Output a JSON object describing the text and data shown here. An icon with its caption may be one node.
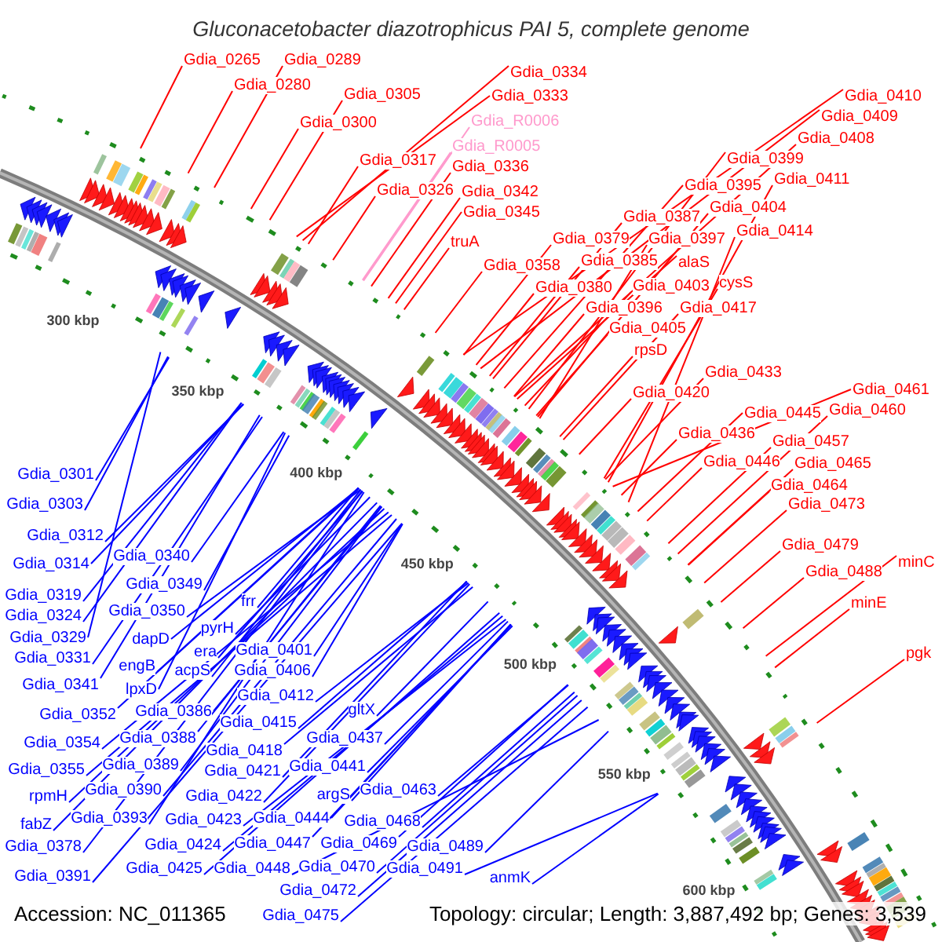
{
  "diagram": {
    "title": "Gluconacetobacter diazotrophicus PAI 5, complete genome",
    "nodes": [
      {
        "text": [
          "Gdia_0265"
        ]
      },
      {
        "text": [
          "Gdia_0289"
        ]
      },
      {
        "text": [
          "Gdia_0334"
        ]
      },
      {
        "text": [
          "Gdia_0280"
        ]
      },
      {
        "text": [
          "Gdia_0305"
        ]
      },
      {
        "text": [
          "Gdia_0333"
        ]
      },
      {
        "text": [
          "Gdia_0410"
        ]
      },
      {
        "text": [
          "Gdia_0409"
        ]
      },
      {
        "text": [
          "Gdia_R0006"
        ]
      },
      {
        "text": [
          "Gdia_0300"
        ]
      },
      {
        "text": [
          "Gdia_0408"
        ]
      },
      {
        "text": [
          "Gdia_R0005"
        ]
      },
      {
        "text": [
          "Gdia_0399"
        ]
      },
      {
        "text": [
          "Gdia_0317"
        ]
      },
      {
        "text": [
          "Gdia_0336"
        ]
      },
      {
        "text": [
          "Gdia_0411"
        ]
      },
      {
        "text": [
          "Gdia_0395"
        ]
      },
      {
        "text": [
          "Gdia_0326"
        ]
      },
      {
        "text": [
          "Gdia_0342"
        ]
      },
      {
        "text": [
          "Gdia_0404"
        ]
      },
      {
        "text": [
          "Gdia_0345"
        ]
      },
      {
        "text": [
          "Gdia_0387"
        ]
      },
      {
        "text": [
          "Gdia_0414"
        ]
      },
      {
        "text": [
          "Gdia_0379"
        ]
      },
      {
        "text": [
          "Gdia_0397"
        ]
      },
      {
        "text": [
          "truA"
        ]
      },
      {
        "text": [
          "Gdia_0385"
        ]
      },
      {
        "text": [
          "alaS"
        ]
      },
      {
        "text": [
          "Gdia_0358"
        ]
      },
      {
        "text": [
          "cysS"
        ]
      },
      {
        "text": [
          "Gdia_0403"
        ]
      },
      {
        "text": [
          "Gdia_0380"
        ]
      },
      {
        "text": [
          "Gdia_0396"
        ]
      },
      {
        "text": [
          "Gdia_0417"
        ]
      },
      {
        "text": [
          "Gdia_0405"
        ]
      },
      {
        "text": [
          "rpsD"
        ]
      },
      {
        "text": [
          "Gdia_0433"
        ]
      },
      {
        "text": [
          "Gdia_0461"
        ]
      },
      {
        "text": [
          "Gdia_0420"
        ]
      },
      {
        "text": [
          "Gdia_0460"
        ]
      },
      {
        "text": [
          "Gdia_0445"
        ]
      },
      {
        "text": [
          "Gdia_0436"
        ]
      },
      {
        "text": [
          "Gdia_0457"
        ]
      },
      {
        "text": [
          "Gdia_0446"
        ]
      },
      {
        "text": [
          "Gdia_0465"
        ]
      },
      {
        "text": [
          "Gdia_0464"
        ]
      },
      {
        "text": [
          "Gdia_0473"
        ]
      },
      {
        "text": [
          "Gdia_0479"
        ]
      },
      {
        "text": [
          "minC"
        ]
      },
      {
        "text": [
          "Gdia_0488"
        ]
      },
      {
        "text": [
          "minE"
        ]
      },
      {
        "text": [
          "pgk"
        ]
      },
      {
        "text": [
          "Gdia_0301"
        ]
      },
      {
        "text": [
          "Gdia_0303"
        ]
      },
      {
        "text": [
          "Gdia_0312"
        ]
      },
      {
        "text": [
          "Gdia_0340"
        ]
      },
      {
        "text": [
          "Gdia_0314"
        ]
      },
      {
        "text": [
          "Gdia_0349"
        ]
      },
      {
        "text": [
          "Gdia_0319"
        ]
      },
      {
        "text": [
          "frr"
        ]
      },
      {
        "text": [
          "Gdia_0350"
        ]
      },
      {
        "text": [
          "Gdia_0324"
        ]
      },
      {
        "text": [
          "pyrH"
        ]
      },
      {
        "text": [
          "Gdia_0329"
        ]
      },
      {
        "text": [
          "dapD"
        ]
      },
      {
        "text": [
          "Gdia_0401"
        ]
      },
      {
        "text": [
          "era"
        ]
      },
      {
        "text": [
          "Gdia_0331"
        ]
      },
      {
        "text": [
          "engB"
        ]
      },
      {
        "text": [
          "acpS"
        ]
      },
      {
        "text": [
          "Gdia_0406"
        ]
      },
      {
        "text": [
          "Gdia_0341"
        ]
      },
      {
        "text": [
          "lpxD"
        ]
      },
      {
        "text": [
          "Gdia_0412"
        ]
      },
      {
        "text": [
          "gltX"
        ]
      },
      {
        "text": [
          "Gdia_0386"
        ]
      },
      {
        "text": [
          "Gdia_0352"
        ]
      },
      {
        "text": [
          "Gdia_0415"
        ]
      },
      {
        "text": [
          "Gdia_0388"
        ]
      },
      {
        "text": [
          "Gdia_0437"
        ]
      },
      {
        "text": [
          "Gdia_0354"
        ]
      },
      {
        "text": [
          "Gdia_0418"
        ]
      },
      {
        "text": [
          "Gdia_0389"
        ]
      },
      {
        "text": [
          "Gdia_0441"
        ]
      },
      {
        "text": [
          "Gdia_0355"
        ]
      },
      {
        "text": [
          "Gdia_0421"
        ]
      },
      {
        "text": [
          "Gdia_0390"
        ]
      },
      {
        "text": [
          "Gdia_0463"
        ]
      },
      {
        "text": [
          "argS"
        ]
      },
      {
        "text": [
          "rpmH"
        ]
      },
      {
        "text": [
          "Gdia_0422"
        ]
      },
      {
        "text": [
          "Gdia_0393"
        ]
      },
      {
        "text": [
          "Gdia_0444"
        ]
      },
      {
        "text": [
          "Gdia_0423"
        ]
      },
      {
        "text": [
          "Gdia_0468"
        ]
      },
      {
        "text": [
          "fabZ"
        ]
      },
      {
        "text": [
          "Gdia_0447"
        ]
      },
      {
        "text": [
          "Gdia_0469"
        ]
      },
      {
        "text": [
          "Gdia_0424"
        ]
      },
      {
        "text": [
          "Gdia_0378"
        ]
      },
      {
        "text": [
          "Gdia_0489"
        ]
      },
      {
        "text": [
          "Gdia_0470"
        ]
      },
      {
        "text": [
          "Gdia_0425"
        ]
      },
      {
        "text": [
          "Gdia_0448"
        ]
      },
      {
        "text": [
          "Gdia_0491"
        ]
      },
      {
        "text": [
          "Gdia_0391"
        ]
      },
      {
        "text": [
          "anmK"
        ]
      },
      {
        "text": [
          "Gdia_0472"
        ]
      },
      {
        "text": [
          "Gdia_0475"
        ]
      }
    ],
    "edges": [
      {
        "from": 0,
        "to": null,
        "arrow": "none",
        "color": "#ff0000"
      },
      {
        "from": 1,
        "to": null,
        "arrow": "none",
        "color": "#ff0000"
      },
      {
        "from": 2,
        "to": null,
        "arrow": "none",
        "color": "#ff0000"
      },
      {
        "from": 3,
        "to": null,
        "arrow": "none",
        "color": "#ff0000"
      },
      {
        "from": 4,
        "to": null,
        "arrow": "none",
        "color": "#ff0000"
      },
      {
        "from": 5,
        "to": null,
        "arrow": "none",
        "color": "#ff0000"
      },
      {
        "from": 6,
        "to": null,
        "arrow": "none",
        "color": "#ff0000"
      },
      {
        "from": 7,
        "to": null,
        "arrow": "none",
        "color": "#ff0000"
      },
      {
        "from": 8,
        "to": null,
        "arrow": "none",
        "color": "#ff99cc"
      },
      {
        "from": 9,
        "to": null,
        "arrow": "none",
        "color": "#ff0000"
      },
      {
        "from": 10,
        "to": null,
        "arrow": "none",
        "color": "#ff0000"
      },
      {
        "from": 11,
        "to": null,
        "arrow": "none",
        "color": "#ff99cc"
      },
      {
        "from": 12,
        "to": null,
        "arrow": "none",
        "color": "#ff0000"
      },
      {
        "from": 13,
        "to": null,
        "arrow": "none",
        "color": "#ff0000"
      },
      {
        "from": 14,
        "to": null,
        "arrow": "none",
        "color": "#ff0000"
      },
      {
        "from": 15,
        "to": null,
        "arrow": "none",
        "color": "#ff0000"
      },
      {
        "from": 16,
        "to": null,
        "arrow": "none",
        "color": "#ff0000"
      },
      {
        "from": 17,
        "to": null,
        "arrow": "none",
        "color": "#ff0000"
      },
      {
        "from": 18,
        "to": null,
        "arrow": "none",
        "color": "#ff0000"
      },
      {
        "from": 19,
        "to": null,
        "arrow": "none",
        "color": "#ff0000"
      },
      {
        "from": 20,
        "to": null,
        "arrow": "none",
        "color": "#ff0000"
      },
      {
        "from": 21,
        "to": null,
        "arrow": "none",
        "color": "#ff0000"
      },
      {
        "from": 22,
        "to": null,
        "arrow": "none",
        "color": "#ff0000"
      },
      {
        "from": 23,
        "to": null,
        "arrow": "none",
        "color": "#ff0000"
      },
      {
        "from": 24,
        "to": null,
        "arrow": "none",
        "color": "#ff0000"
      },
      {
        "from": 25,
        "to": null,
        "arrow": "none",
        "color": "#ff0000"
      },
      {
        "from": 26,
        "to": null,
        "arrow": "none",
        "color": "#ff0000"
      },
      {
        "from": 27,
        "to": null,
        "arrow": "none",
        "color": "#ff0000"
      },
      {
        "from": 28,
        "to": null,
        "arrow": "none",
        "color": "#ff0000"
      },
      {
        "from": 29,
        "to": null,
        "arrow": "none",
        "color": "#ff0000"
      },
      {
        "from": 30,
        "to": null,
        "arrow": "none",
        "color": "#ff0000"
      },
      {
        "from": 31,
        "to": null,
        "arrow": "none",
        "color": "#ff0000"
      },
      {
        "from": 32,
        "to": null,
        "arrow": "none",
        "color": "#ff0000"
      },
      {
        "from": 33,
        "to": null,
        "arrow": "none",
        "color": "#ff0000"
      },
      {
        "from": 34,
        "to": null,
        "arrow": "none",
        "color": "#ff0000"
      },
      {
        "from": 35,
        "to": null,
        "arrow": "none",
        "color": "#ff0000"
      },
      {
        "from": 36,
        "to": null,
        "arrow": "none",
        "color": "#ff0000"
      },
      {
        "from": 37,
        "to": null,
        "arrow": "none",
        "color": "#ff0000"
      },
      {
        "from": 38,
        "to": null,
        "arrow": "none",
        "color": "#ff0000"
      },
      {
        "from": 39,
        "to": null,
        "arrow": "none",
        "color": "#ff0000"
      },
      {
        "from": 40,
        "to": null,
        "arrow": "none",
        "color": "#ff0000"
      },
      {
        "from": 41,
        "to": null,
        "arrow": "none",
        "color": "#ff0000"
      },
      {
        "from": 42,
        "to": null,
        "arrow": "none",
        "color": "#ff0000"
      },
      {
        "from": 43,
        "to": null,
        "arrow": "none",
        "color": "#ff0000"
      },
      {
        "from": 44,
        "to": null,
        "arrow": "none",
        "color": "#ff0000"
      },
      {
        "from": 45,
        "to": null,
        "arrow": "none",
        "color": "#ff0000"
      },
      {
        "from": 46,
        "to": null,
        "arrow": "none",
        "color": "#ff0000"
      },
      {
        "from": 47,
        "to": null,
        "arrow": "none",
        "color": "#ff0000"
      },
      {
        "from": 48,
        "to": null,
        "arrow": "none",
        "color": "#ff0000"
      },
      {
        "from": 49,
        "to": null,
        "arrow": "none",
        "color": "#ff0000"
      },
      {
        "from": 50,
        "to": null,
        "arrow": "none",
        "color": "#ff0000"
      },
      {
        "from": 51,
        "to": null,
        "arrow": "none",
        "color": "#ff0000"
      },
      {
        "from": 52,
        "to": null,
        "arrow": "none"
      },
      {
        "from": 53,
        "to": null,
        "arrow": "none"
      },
      {
        "from": 54,
        "to": null,
        "arrow": "none"
      },
      {
        "from": 55,
        "to": null,
        "arrow": "none"
      },
      {
        "from": 56,
        "to": null,
        "arrow": "none"
      },
      {
        "from": 57,
        "to": null,
        "arrow": "none"
      },
      {
        "from": 58,
        "to": null,
        "arrow": "none"
      },
      {
        "from": 59,
        "to": null,
        "arrow": "none"
      },
      {
        "from": 60,
        "to": null,
        "arrow": "none"
      },
      {
        "from": 61,
        "to": null,
        "arrow": "none"
      },
      {
        "from": 62,
        "to": null,
        "arrow": "none"
      },
      {
        "from": 63,
        "to": null,
        "arrow": "none"
      },
      {
        "from": 64,
        "to": null,
        "arrow": "none"
      },
      {
        "from": 65,
        "to": null,
        "arrow": "none"
      },
      {
        "from": 66,
        "to": null,
        "arrow": "none"
      },
      {
        "from": 67,
        "to": null,
        "arrow": "none"
      },
      {
        "from": 68,
        "to": null,
        "arrow": "none"
      },
      {
        "from": 69,
        "to": null,
        "arrow": "none"
      },
      {
        "from": 70,
        "to": null,
        "arrow": "none"
      },
      {
        "from": 71,
        "to": null,
        "arrow": "none"
      },
      {
        "from": 72,
        "to": null,
        "arrow": "none"
      },
      {
        "from": 73,
        "to": null,
        "arrow": "none"
      },
      {
        "from": 74,
        "to": null,
        "arrow": "none"
      },
      {
        "from": 75,
        "to": null,
        "arrow": "none"
      },
      {
        "from": 76,
        "to": null,
        "arrow": "none"
      },
      {
        "from": 77,
        "to": null,
        "arrow": "none"
      },
      {
        "from": 78,
        "to": null,
        "arrow": "none"
      },
      {
        "from": 79,
        "to": null,
        "arrow": "none"
      },
      {
        "from": 80,
        "to": null,
        "arrow": "none"
      },
      {
        "from": 81,
        "to": null,
        "arrow": "none"
      },
      {
        "from": 82,
        "to": null,
        "arrow": "none"
      },
      {
        "from": 83,
        "to": null,
        "arrow": "none"
      },
      {
        "from": 84,
        "to": null,
        "arrow": "none"
      },
      {
        "from": 85,
        "to": null,
        "arrow": "none"
      },
      {
        "from": 86,
        "to": null,
        "arrow": "none"
      },
      {
        "from": 87,
        "to": null,
        "arrow": "none"
      },
      {
        "from": 88,
        "to": null,
        "arrow": "none"
      },
      {
        "from": 89,
        "to": null,
        "arrow": "none"
      },
      {
        "from": 90,
        "to": null,
        "arrow": "none"
      },
      {
        "from": 91,
        "to": null,
        "arrow": "none"
      },
      {
        "from": 92,
        "to": null,
        "arrow": "none"
      },
      {
        "from": 93,
        "to": null,
        "arrow": "none"
      },
      {
        "from": 94,
        "to": null,
        "arrow": "none"
      },
      {
        "from": 95,
        "to": null,
        "arrow": "none"
      },
      {
        "from": 96,
        "to": null,
        "arrow": "none"
      },
      {
        "from": 97,
        "to": null,
        "arrow": "none"
      },
      {
        "from": 98,
        "to": null,
        "arrow": "none"
      },
      {
        "from": 99,
        "to": null,
        "arrow": "none"
      },
      {
        "from": 100,
        "to": null,
        "arrow": "none"
      },
      {
        "from": 101,
        "to": null,
        "arrow": "none"
      },
      {
        "from": 102,
        "to": null,
        "arrow": "none"
      },
      {
        "from": 103,
        "to": null,
        "arrow": "none"
      },
      {
        "from": 104,
        "to": null,
        "arrow": "none"
      },
      {
        "from": 105,
        "to": null,
        "arrow": "none"
      },
      {
        "from": 106,
        "to": null,
        "arrow": "none"
      },
      {
        "from": 107,
        "to": null,
        "arrow": "none"
      },
      {
        "from": 108,
        "to": null,
        "arrow": "none"
      }
    ],
    "labels": [
      "300 kbp",
      "350 kbp",
      "400 kbp",
      "450 kbp",
      "500 kbp",
      "550 kbp",
      "600 kbp",
      "Accession: NC_011365",
      "Topology: circular; Length: 3,887,492 bp; Genes: 3,539"
    ]
  }
}
